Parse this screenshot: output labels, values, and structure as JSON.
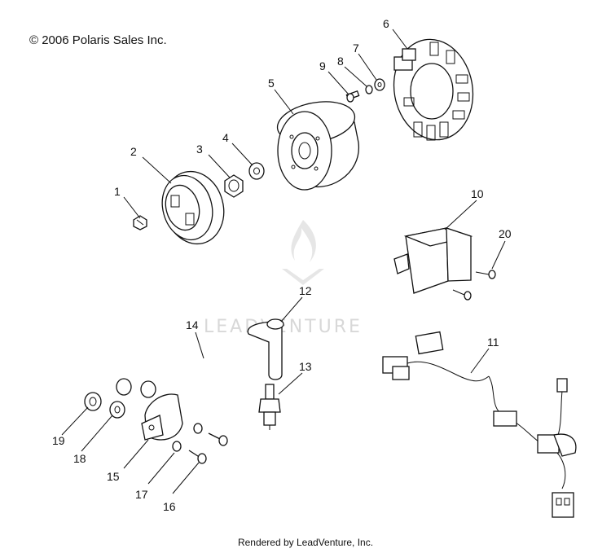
{
  "copyright": "© 2006 Polaris Sales Inc.",
  "watermark": "LEADVENTURE",
  "footer": "Rendered by LeadVenture, Inc.",
  "callouts": [
    "1",
    "2",
    "3",
    "4",
    "5",
    "6",
    "7",
    "8",
    "9",
    "10",
    "11",
    "12",
    "13",
    "14",
    "15",
    "16",
    "17",
    "18",
    "19",
    "20"
  ],
  "colors": {
    "line": "#111111",
    "watermark": "#d8d8d8",
    "background": "#ffffff"
  }
}
